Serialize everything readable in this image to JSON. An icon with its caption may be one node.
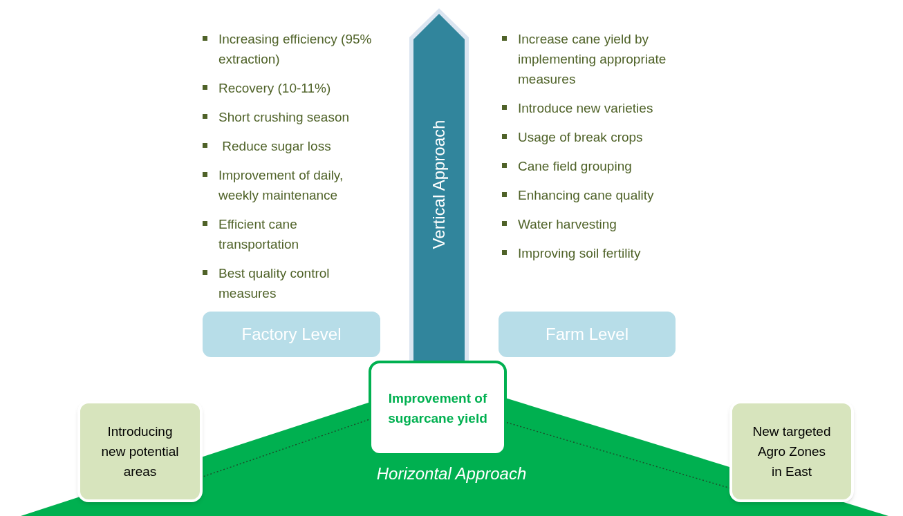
{
  "diagram": {
    "nodes": [
      {
        "text": [
          "Vertical Approach"
        ]
      },
      {
        "text": [
          "Factory Level"
        ],
        "beside": [
          "Increasing efficiency (95% extraction)",
          "Recovery (10-11%)",
          "Short crushing season",
          " Reduce sugar loss",
          "Improvement of daily, weekly maintenance",
          "Efficient cane transportation",
          "Best quality control measures"
        ]
      },
      {
        "text": [
          "Farm Level"
        ],
        "beside": [
          "Increase cane yield by implementing appropriate measures",
          "Introduce new varieties",
          "Usage of break crops",
          "Cane field grouping",
          "Enhancing cane quality",
          "Water harvesting",
          "Improving soil fertility"
        ]
      },
      {
        "text": [
          "Improvement of sugarcane yield"
        ]
      },
      {
        "text": [
          "Introducing new potential areas"
        ]
      },
      {
        "text": [
          "New targeted Agro Zones in East"
        ]
      }
    ],
    "edges": [
      {
        "from": 3,
        "to": 4,
        "arrow": "none",
        "style": "dashed"
      },
      {
        "from": 3,
        "to": 5,
        "arrow": "none",
        "style": "dashed"
      }
    ],
    "labels": [
      "Horizontal Approach"
    ]
  }
}
